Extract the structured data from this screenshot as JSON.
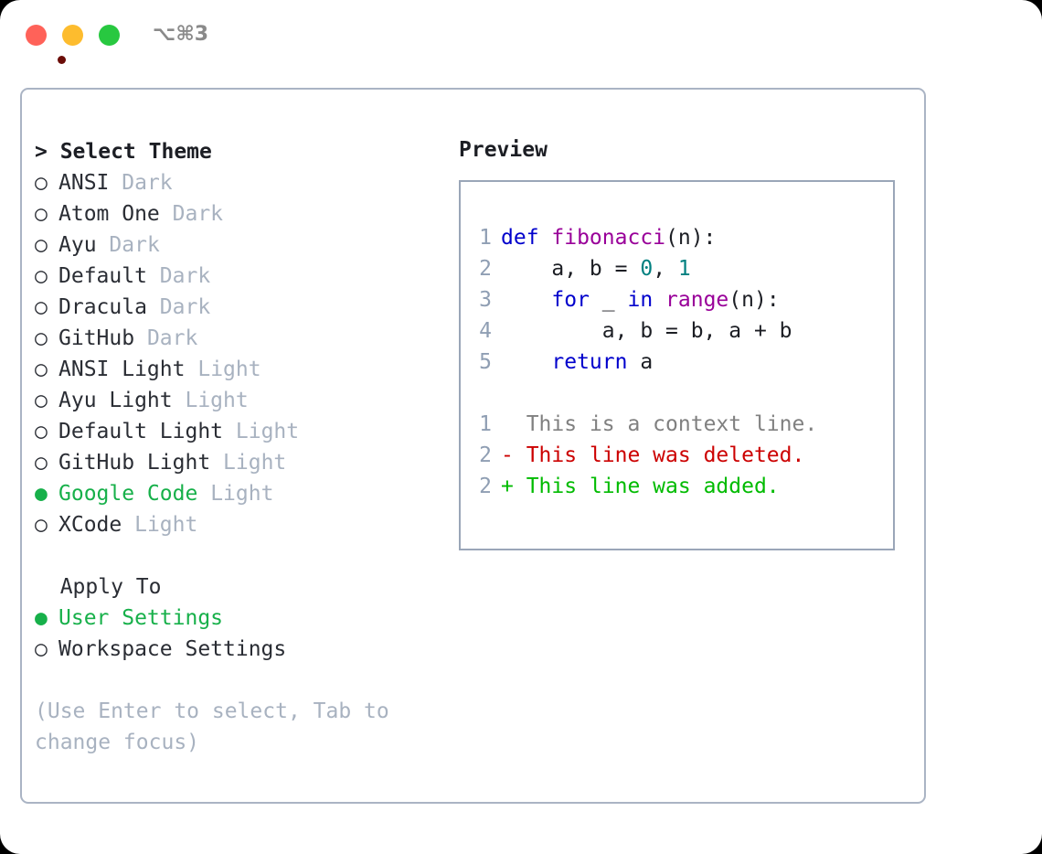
{
  "titlebar": {
    "shortcut": "⌥⌘3",
    "buttons": [
      {
        "name": "close",
        "color": "#ff6259"
      },
      {
        "name": "minimize",
        "color": "#fdbc2e"
      },
      {
        "name": "maximize",
        "color": "#28c840"
      }
    ]
  },
  "theme_list": {
    "header": "> Select Theme",
    "selected_marker": "●",
    "unselected_marker": "○",
    "items": [
      {
        "marker": "○",
        "name": "ANSI",
        "kind": "Dark",
        "selected": false
      },
      {
        "marker": "○",
        "name": "Atom One",
        "kind": "Dark",
        "selected": false
      },
      {
        "marker": "○",
        "name": "Ayu",
        "kind": "Dark",
        "selected": false
      },
      {
        "marker": "○",
        "name": "Default",
        "kind": "Dark",
        "selected": false
      },
      {
        "marker": "○",
        "name": "Dracula",
        "kind": "Dark",
        "selected": false
      },
      {
        "marker": "○",
        "name": "GitHub",
        "kind": "Dark",
        "selected": false
      },
      {
        "marker": "○",
        "name": "ANSI Light",
        "kind": "Light",
        "selected": false
      },
      {
        "marker": "○",
        "name": "Ayu Light",
        "kind": "Light",
        "selected": false
      },
      {
        "marker": "○",
        "name": "Default Light",
        "kind": "Light",
        "selected": false
      },
      {
        "marker": "○",
        "name": "GitHub Light",
        "kind": "Light",
        "selected": false
      },
      {
        "marker": "●",
        "name": "Google Code",
        "kind": "Light",
        "selected": true
      },
      {
        "marker": "○",
        "name": "XCode",
        "kind": "Light",
        "selected": false
      }
    ]
  },
  "apply_to": {
    "header": "  Apply To",
    "items": [
      {
        "marker": "●",
        "name": "User Settings",
        "selected": true
      },
      {
        "marker": "○",
        "name": "Workspace Settings",
        "selected": false
      }
    ]
  },
  "hint": "(Use Enter to select, Tab to change focus)",
  "preview": {
    "title": "Preview",
    "code_lines": [
      {
        "num": "1",
        "tokens": [
          {
            "t": "def ",
            "c": "kw"
          },
          {
            "t": "fibonacci",
            "c": "fn"
          },
          {
            "t": "(n):",
            "c": "plain"
          }
        ]
      },
      {
        "num": "2",
        "tokens": [
          {
            "t": "    a, b = ",
            "c": "plain"
          },
          {
            "t": "0",
            "c": "num"
          },
          {
            "t": ", ",
            "c": "plain"
          },
          {
            "t": "1",
            "c": "num"
          }
        ]
      },
      {
        "num": "3",
        "tokens": [
          {
            "t": "    for ",
            "c": "kw"
          },
          {
            "t": "_ ",
            "c": "plain"
          },
          {
            "t": "in ",
            "c": "kw"
          },
          {
            "t": "range",
            "c": "fn"
          },
          {
            "t": "(n):",
            "c": "plain"
          }
        ]
      },
      {
        "num": "4",
        "tokens": [
          {
            "t": "        a, b = b, a + b",
            "c": "plain"
          }
        ]
      },
      {
        "num": "5",
        "tokens": [
          {
            "t": "    return ",
            "c": "kw"
          },
          {
            "t": "a",
            "c": "plain"
          }
        ]
      }
    ],
    "diff_lines": [
      {
        "num": "1",
        "sign": "  ",
        "text": "This is a context line.",
        "c": "ctx"
      },
      {
        "num": "2",
        "sign": "- ",
        "text": "This line was deleted.",
        "c": "del"
      },
      {
        "num": "2",
        "sign": "+ ",
        "text": "This line was added.",
        "c": "add"
      }
    ]
  },
  "colors": {
    "accent_green": "#17b04a",
    "muted": "#a8b2c0",
    "border": "#aab4c4",
    "keyword": "#0000cc",
    "function": "#990099",
    "number": "#008080",
    "diff_del": "#cc0000",
    "diff_add": "#00bb00"
  }
}
